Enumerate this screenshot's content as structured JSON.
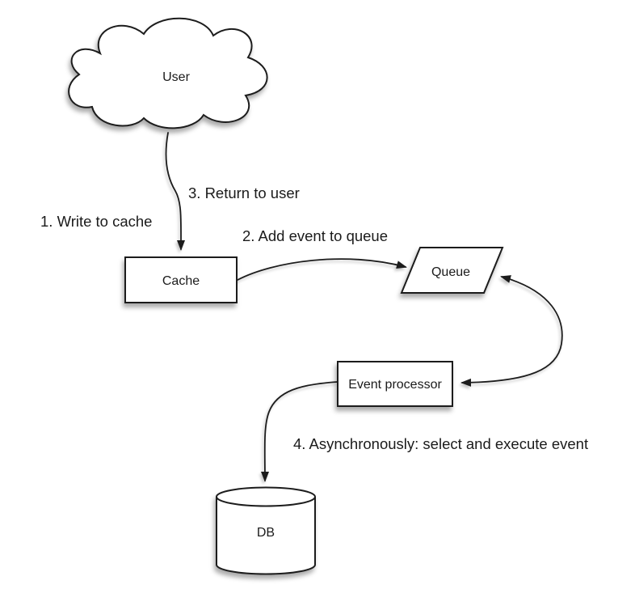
{
  "diagram": {
    "background_color": "#ffffff",
    "stroke_color": "#1f1f1f",
    "text_color": "#1b1b1b",
    "nodes": {
      "user": {
        "label": "User",
        "shape": "cloud"
      },
      "cache": {
        "label": "Cache",
        "shape": "rectangle"
      },
      "queue": {
        "label": "Queue",
        "shape": "parallelogram"
      },
      "event_processor": {
        "label": "Event processor",
        "shape": "rectangle"
      },
      "db": {
        "label": "DB",
        "shape": "cylinder"
      }
    },
    "steps": {
      "step1": {
        "label": "1. Write to cache"
      },
      "step2": {
        "label": "2. Add event to queue"
      },
      "step3": {
        "label": "3. Return to user"
      },
      "step4": {
        "label": "4. Asynchronously: select and execute event"
      }
    },
    "edges": [
      {
        "from": "user",
        "to": "cache",
        "bidirectional": false
      },
      {
        "from": "cache",
        "to": "queue",
        "bidirectional": false
      },
      {
        "from": "queue",
        "to": "event_processor",
        "bidirectional": true
      },
      {
        "from": "event_processor",
        "to": "db",
        "bidirectional": false
      }
    ]
  }
}
